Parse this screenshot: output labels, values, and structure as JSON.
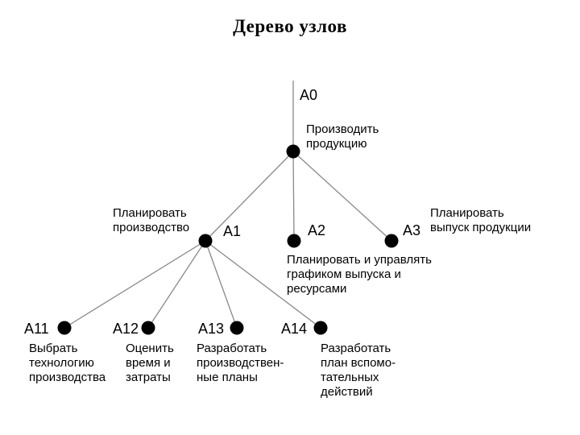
{
  "title": "Дерево узлов",
  "nodes": {
    "a0": {
      "code": "A0",
      "label": "Производить\nпродукцию"
    },
    "a1": {
      "code": "A1",
      "label": "Планировать\nпроизводство"
    },
    "a2": {
      "code": "A2",
      "label": "Планировать и управлять\nграфиком выпуска и\nресурсами"
    },
    "a3": {
      "code": "A3",
      "label": "Планировать\nвыпуск продукции"
    },
    "a11": {
      "code": "A11",
      "label": "Выбрать\nтехнологию\nпроизводства"
    },
    "a12": {
      "code": "A12",
      "label": "Оценить\nвремя и\nзатраты"
    },
    "a13": {
      "code": "A13",
      "label": "Разработать\nпроизводствен-\nные планы"
    },
    "a14": {
      "code": "A14",
      "label": "Разработать\nплан вспомо-\nтательных\nдействий"
    }
  },
  "colors": {
    "line": "#888888",
    "node": "#000000"
  }
}
